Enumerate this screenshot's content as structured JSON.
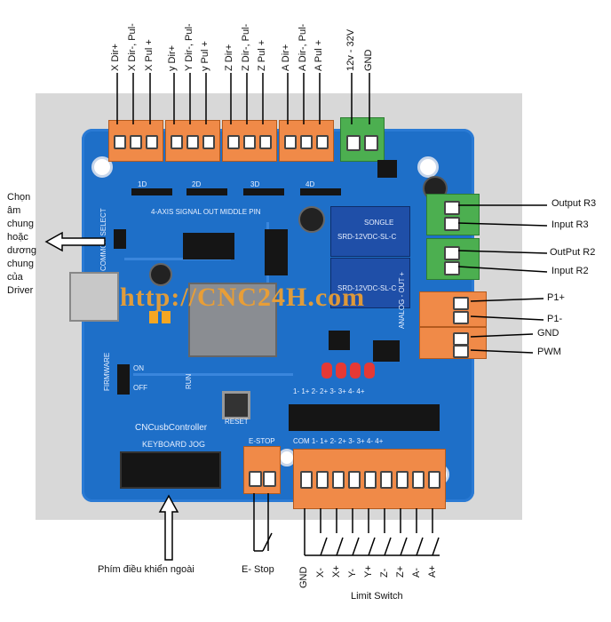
{
  "top_labels": [
    "X Dir+",
    "X Dir-, Pul-",
    "X Pul +",
    "y Dir+",
    "Y Dir-, Pul-",
    "y Pul +",
    "Z Dir+",
    "Z Dir-, Pul-",
    "Z Pul +",
    "A Dir+",
    "A Dir-, Pul-",
    "A Pul +",
    "12v - 32V",
    "GND"
  ],
  "right_labels": [
    "Output R3",
    "Input R3",
    "OutPut R2",
    "Input R2",
    "P1+",
    "P1-",
    "GND",
    "PWM"
  ],
  "left_note": [
    "Chọn",
    "âm",
    "chung",
    "hoặc",
    "dương",
    "chung",
    "của",
    "Driver"
  ],
  "watermark": "http://CNC24H.com",
  "bottom": {
    "keyboard_caption": "Phím điều khiển ngoài",
    "estop_caption": "E- Stop",
    "limit_caption": "Limit Switch",
    "limit_pins": [
      "GND",
      "X-",
      "X+",
      "Y-",
      "Y+",
      "Z-",
      "Z+",
      "A-",
      "A+"
    ]
  },
  "silkscreen": {
    "board_name": "CNCusbController",
    "keyboard_jog": "KEYBOARD JOG",
    "estop": "E-STOP",
    "reset": "RESET",
    "run": "RUN",
    "firmware": "FIRMWARE",
    "common_select": "COMMON SELECT",
    "analog_out": "ANALOG - OUT +",
    "com_row": "COM 1- 1+ 2- 2+ 3- 3+ 4- 4+",
    "io_row": "1- 1+ 2- 2+ 3- 3+ 4- 4+",
    "relay_text": "SRD-12VDC-SL-C",
    "relay_brand": "SONGLE",
    "axis_header": "4-AXIS SIGNAL OUT MIDDLE PIN",
    "axis_ids": [
      "1D",
      "2D",
      "3D",
      "4D"
    ],
    "on": "ON",
    "off": "OFF"
  },
  "colors": {
    "board": "#1e6fc8",
    "terminal_orange": "#f08a48",
    "terminal_green": "#4caf50",
    "watermark": "#f0a030",
    "relay": "#1f4fa8"
  }
}
